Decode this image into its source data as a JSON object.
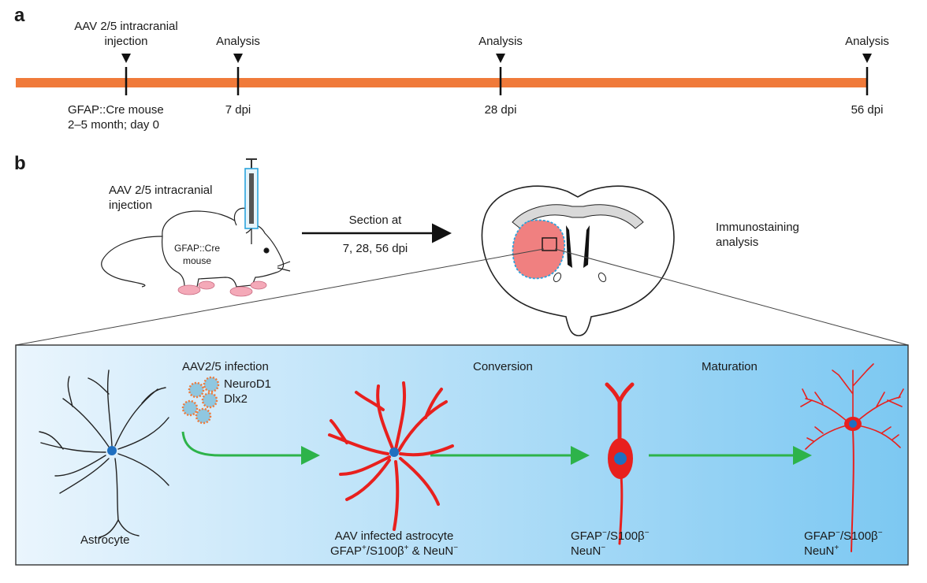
{
  "panel_a": {
    "letter": "a",
    "injection_label_line1": "AAV 2/5 intracranial",
    "injection_label_line2": "injection",
    "events": [
      {
        "top": "Analysis",
        "bottom": "7 dpi"
      },
      {
        "top": "Analysis",
        "bottom": "28 dpi"
      },
      {
        "top": "Analysis",
        "bottom": "56 dpi"
      }
    ],
    "start_line1": "GFAP::Cre mouse",
    "start_line2": "2–5 month; day 0",
    "timeline_color": "#f07a3a"
  },
  "panel_b": {
    "letter": "b",
    "injection_line1": "AAV 2/5 intracranial",
    "injection_line2": "injection",
    "mouse_line1": "GFAP::Cre",
    "mouse_line2": "mouse",
    "section_label": "Section at",
    "section_days": "7, 28, 56 dpi",
    "immuno_line1": "Immunostaining",
    "immuno_line2": "analysis",
    "infected_region_color": "#f08080"
  },
  "process": {
    "infection_label": "AAV2/5 infection",
    "gene1": "NeuroD1",
    "gene2": "Dlx2",
    "conversion_label": "Conversion",
    "maturation_label": "Maturation",
    "stage1": "Astrocyte",
    "stage2_line1": "AAV infected astrocyte",
    "stage2_gfap": "GFAP",
    "stage2_sep": "/S100β",
    "stage2_and": " & NeuN",
    "plus": "+",
    "minus": "−",
    "stage3_line1_a": "GFAP",
    "stage3_line1_b": "/S100β",
    "stage3_line2": "NeuN",
    "stage4_line1_a": "GFAP",
    "stage4_line1_b": "/S100β",
    "stage4_line2": "NeuN",
    "arrow_color": "#2db34a",
    "neuron_color": "#e8201e",
    "nucleus_color": "#1f6fc0"
  }
}
